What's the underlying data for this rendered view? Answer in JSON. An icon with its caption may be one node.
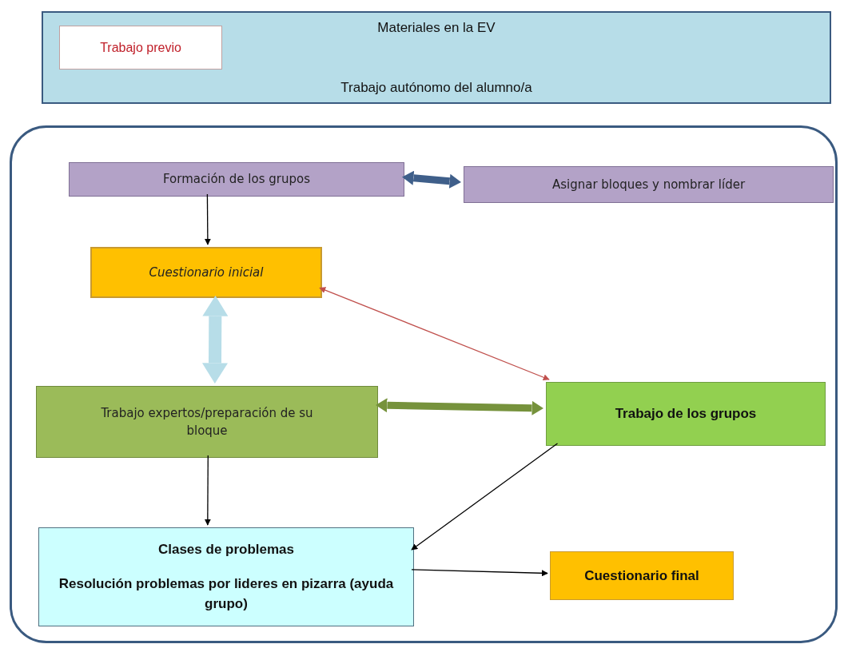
{
  "diagram": {
    "nodes": [
      {
        "text": [
          "Materiales en la EV",
          "Trabajo autónomo del alumno/a"
        ]
      },
      {
        "text": [
          "Trabajo previo"
        ],
        "in": 0
      },
      {
        "text": [],
        "shape": "box"
      },
      {
        "text": [
          "Formación de los grupos"
        ],
        "in": 2
      },
      {
        "text": [
          "Asignar bloques y nombrar líder"
        ],
        "in": 2
      },
      {
        "text": [
          "Cuestionario inicial"
        ],
        "in": 2
      },
      {
        "text": [
          "Trabajo expertos/preparación de su bloque"
        ],
        "in": 2
      },
      {
        "text": [
          "Trabajo de los grupos"
        ],
        "in": 2
      },
      {
        "text": [
          "Clases de problemas",
          "Resolución problemas por lideres en pizarra (ayuda grupo)"
        ],
        "in": 2
      },
      {
        "text": [
          "Cuestionario final"
        ],
        "in": 2
      }
    ],
    "edges": [
      {
        "from": 3,
        "to": 4,
        "arrow": "both",
        "style": "thick",
        "color": "#3f5f8a"
      },
      {
        "from": 3,
        "to": 5,
        "arrow": "to"
      },
      {
        "from": 5,
        "to": 6,
        "arrow": "both",
        "style": "thick",
        "color": "#b7dde8"
      },
      {
        "from": 5,
        "to": 7,
        "arrow": "both",
        "color": "#c0504d"
      },
      {
        "from": 6,
        "to": 7,
        "arrow": "both",
        "style": "thick",
        "color": "#76923c"
      },
      {
        "from": 6,
        "to": 8,
        "arrow": "to"
      },
      {
        "from": 7,
        "to": 8,
        "arrow": "to"
      },
      {
        "from": 8,
        "to": 9,
        "arrow": "to"
      }
    ]
  }
}
